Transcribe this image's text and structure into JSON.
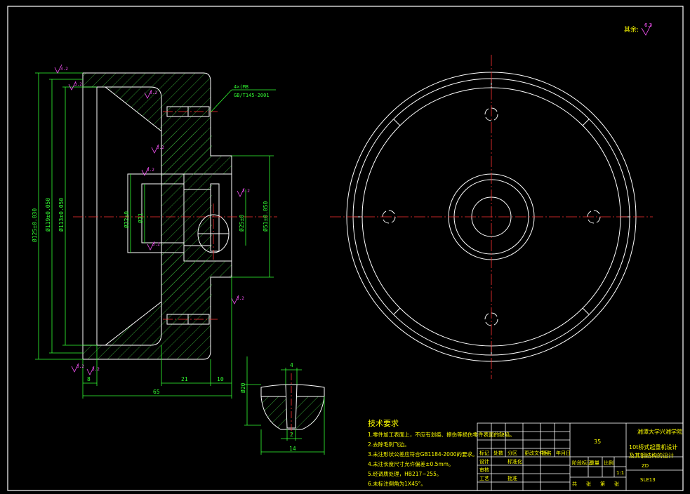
{
  "roughness_note": {
    "label": "其余:",
    "value": "6.3"
  },
  "side_view": {
    "thread_note_line1": "4×(M8",
    "thread_note_line2": "GB/T145-2001",
    "diameters": {
      "outer": "Ø125±0.030",
      "d119": "Ø119±0.050",
      "d113": "Ø113±0.050",
      "hub": "Ø51±0.050",
      "bore_a": "Ø32±0",
      "bore_b": "Ø31",
      "bore_c": "Ø25±0"
    },
    "dims": {
      "d8": "8",
      "d21": "21",
      "d10": "10",
      "d65": "65"
    },
    "roughness": [
      "3.2",
      "3.2",
      "3.2",
      "3.2",
      "3.2",
      "3.2",
      "3.2",
      "3.2",
      "3.2",
      "3.2"
    ]
  },
  "detail_view": {
    "top": "4",
    "height": "Ø20",
    "small": "2",
    "width": "14"
  },
  "tech_requirements": {
    "title": "技术要求",
    "items": [
      "1.零件加工表面上，不应有划痕、擦伤等损伤零件表面的缺陷。",
      "2.去除毛刺飞边。",
      "3.未注形状公差应符合GB1184-2000的要求。",
      "4.未注长度尺寸允许偏差±0.5mm。",
      "5.经调质处理，HB217~255。",
      "6.未标注倒角为1X45°。"
    ]
  },
  "title_block": {
    "school": "湘潭大学兴湘学院",
    "project": "10t桥式起重机设计",
    "project2": "及其钢结构的设计",
    "part_code": "ZD",
    "material": "35",
    "scale": "1:1",
    "drawing_no": "SLE13",
    "cells": [
      "标记",
      "处数",
      "分区",
      "更改文件号",
      "签名",
      "年月日",
      "设计",
      "标准化",
      "审核",
      "工艺",
      "批准",
      "阶段标记",
      "重量",
      "比例",
      "共",
      "张",
      "第",
      "张"
    ]
  }
}
